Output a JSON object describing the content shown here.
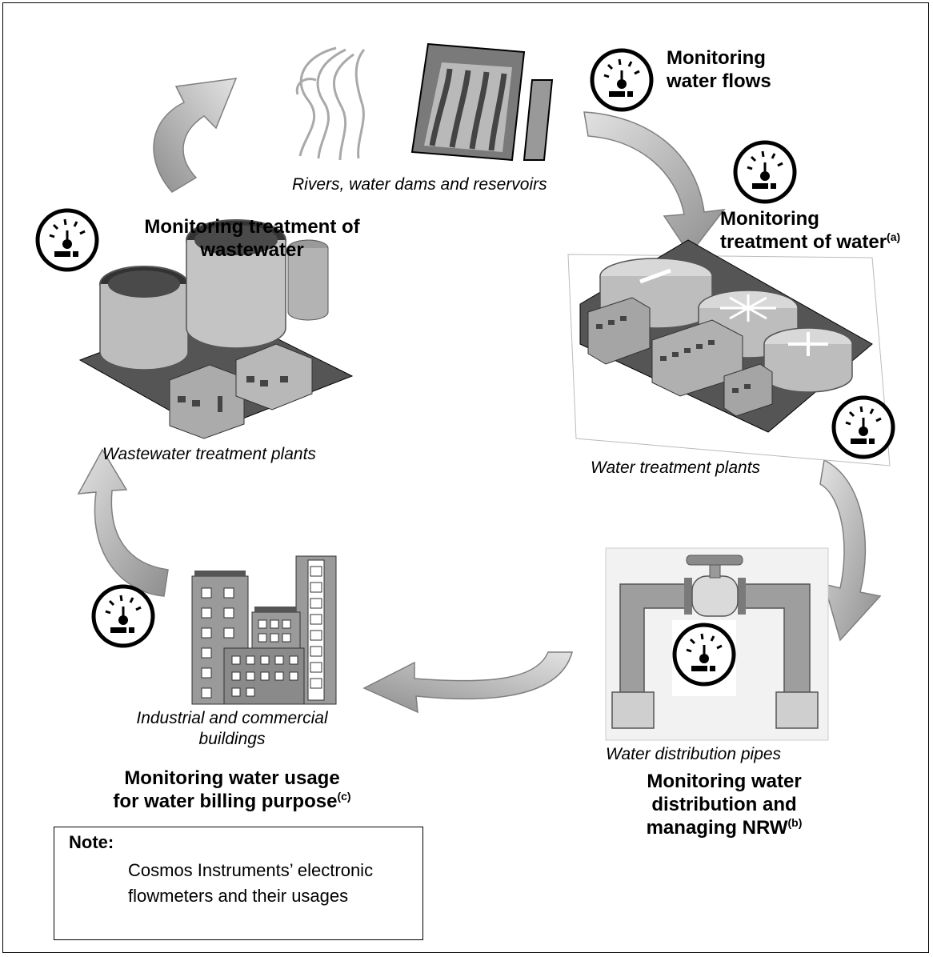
{
  "labels": {
    "rivers": "Rivers, water dams and reservoirs",
    "water_plants": "Water treatment plants",
    "pipes": "Water distribution pipes",
    "buildings_line1": "Industrial and commercial",
    "buildings_line2": "buildings",
    "wastewater_plants": "Wastewater treatment plants"
  },
  "monitoring": {
    "flows_line1": "Monitoring",
    "flows_line2": "water flows",
    "treatment_line1": "Monitoring",
    "treatment_line2": "treatment of water",
    "treatment_sup": "(a)",
    "distribution_line1": "Monitoring water",
    "distribution_line2": "distribution and",
    "distribution_line3": "managing NRW",
    "distribution_sup": "(b)",
    "usage_line1": "Monitoring water usage",
    "usage_line2": "for water billing purpose",
    "usage_sup": "(c)",
    "wastewater_line1": "Monitoring treatment of",
    "wastewater_line2": "wastewater"
  },
  "note": {
    "title": "Note:",
    "text": "Cosmos Instruments’ electronic flowmeters and their usages"
  },
  "colors": {
    "arrow_light": "#d4d4d4",
    "arrow_dark": "#8c8c8c",
    "building": "#9a9a9a",
    "outline": "#000000"
  },
  "icons": [
    "flowmeter-gauge-icon",
    "river-icon",
    "dam-icon",
    "water-treatment-plant-icon",
    "pipe-valve-icon",
    "office-buildings-icon",
    "wastewater-plant-icon"
  ]
}
